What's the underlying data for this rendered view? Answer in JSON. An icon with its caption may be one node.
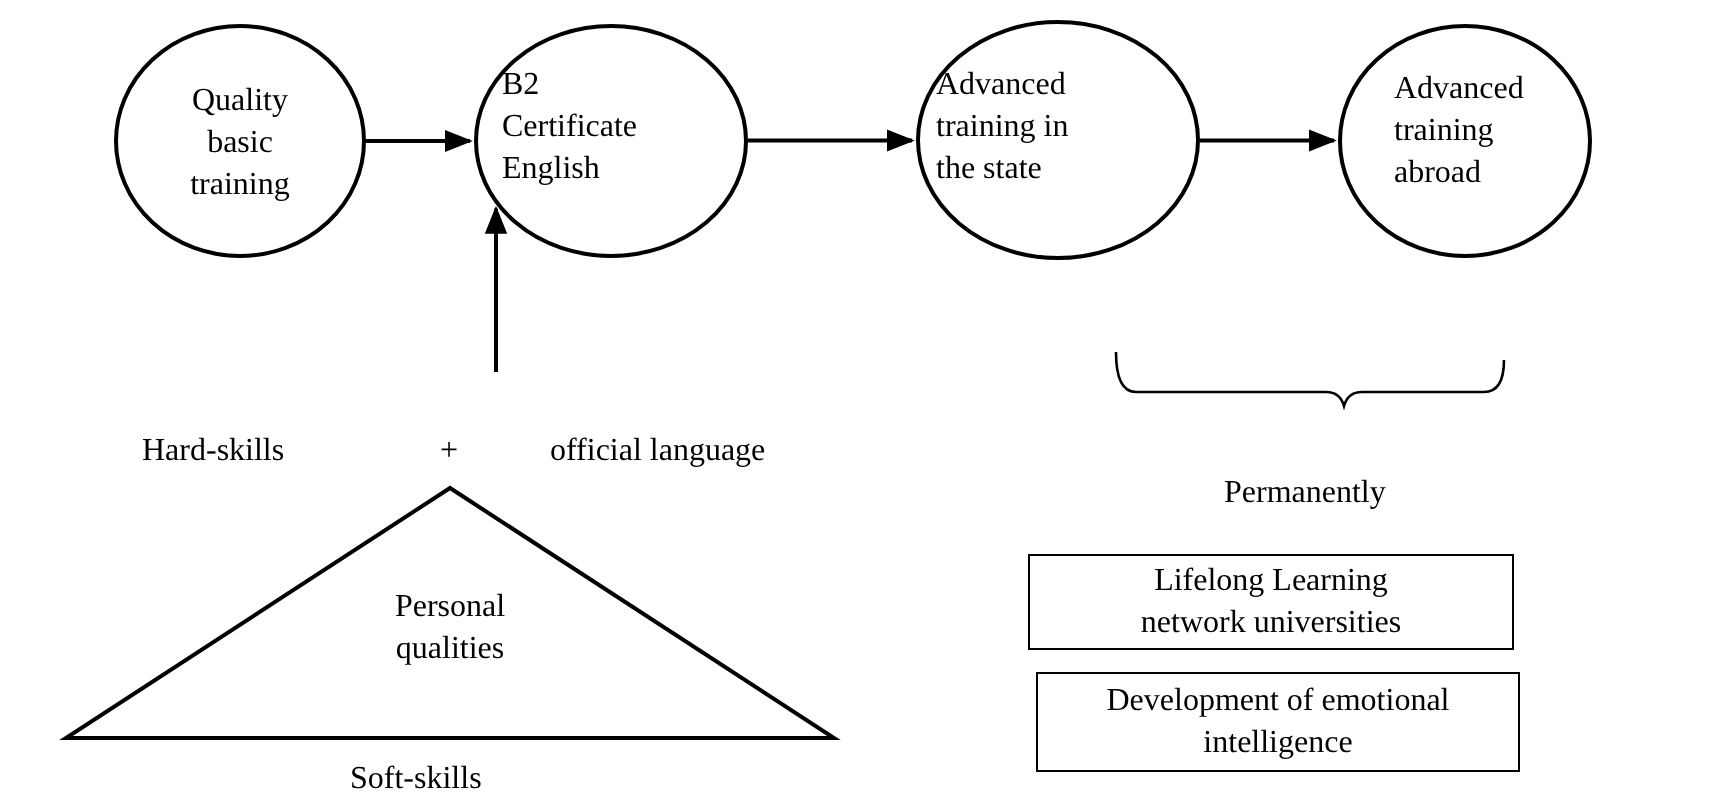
{
  "diagram": {
    "nodes": [
      {
        "text": [
          "Quality basic training"
        ]
      },
      {
        "text": [
          "B2 Certificate English"
        ]
      },
      {
        "text": [
          "Advanced training in the state"
        ]
      },
      {
        "text": [
          "Advanced training abroad"
        ]
      },
      {
        "text": [
          "Personal qualities"
        ],
        "beside": [
          "Soft-skills"
        ]
      },
      {
        "text": [
          "Lifelong Learning network universities"
        ]
      },
      {
        "text": [
          "Development of emotional intelligence"
        ]
      }
    ],
    "edges": [
      {
        "from": 0,
        "to": 1,
        "arrow": "to"
      },
      {
        "from": null,
        "to": 1,
        "arrow": "to"
      },
      {
        "from": 1,
        "to": 2,
        "arrow": "to"
      },
      {
        "from": 2,
        "to": 3,
        "arrow": "to"
      }
    ],
    "labels": [
      "Hard-skills",
      "+",
      "official language",
      "Permanently"
    ]
  }
}
